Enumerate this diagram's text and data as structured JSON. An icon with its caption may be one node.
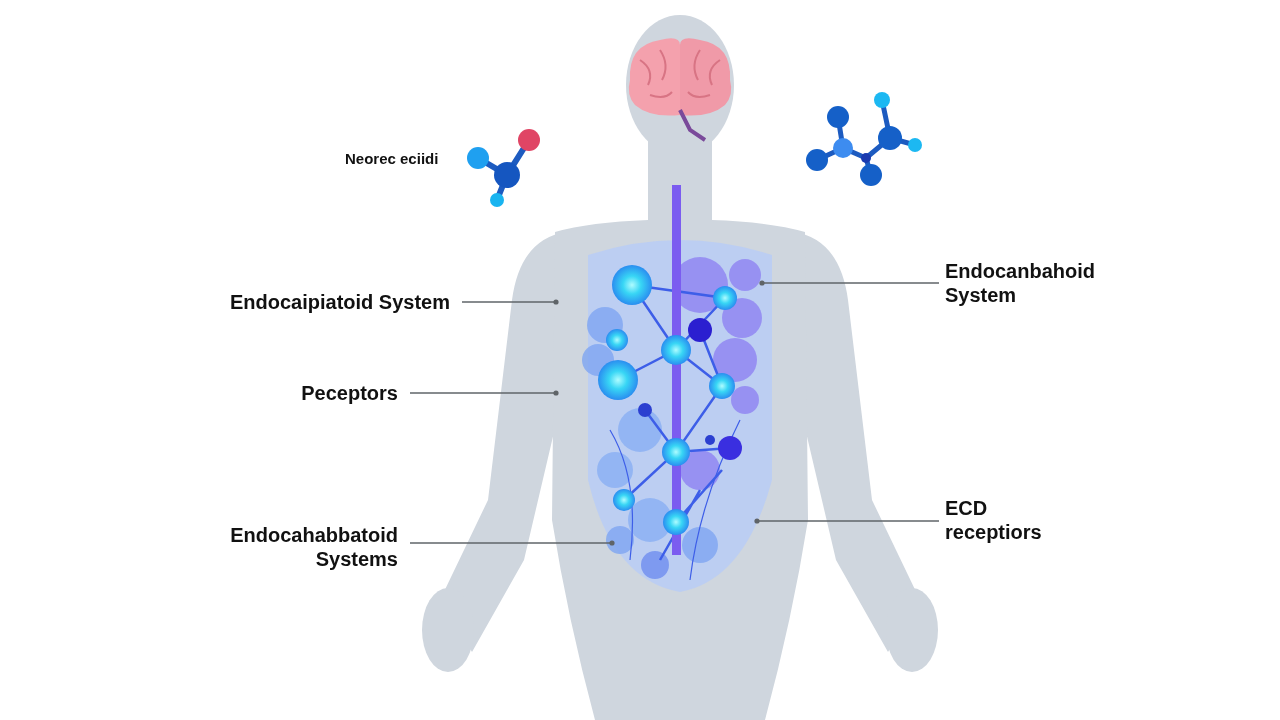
{
  "diagram": {
    "nodes": [
      {
        "text": [
          "Endocaipiatoid System"
        ]
      },
      {
        "text": [
          "Endocanbahoid System"
        ]
      },
      {
        "text": [
          "Peceptors"
        ]
      },
      {
        "text": [
          "Endocahabbatoid Systems"
        ]
      },
      {
        "text": [
          "ECD receptiors"
        ]
      }
    ],
    "edges": [
      {
        "from": 0,
        "to": null,
        "arrow": "other"
      },
      {
        "from": 1,
        "to": null,
        "arrow": "other"
      },
      {
        "from": 2,
        "to": null,
        "arrow": "other"
      },
      {
        "from": 3,
        "to": null,
        "arrow": "other"
      },
      {
        "from": 4,
        "to": null,
        "arrow": "other"
      }
    ],
    "labels": [
      "Neorec eciidi"
    ]
  }
}
